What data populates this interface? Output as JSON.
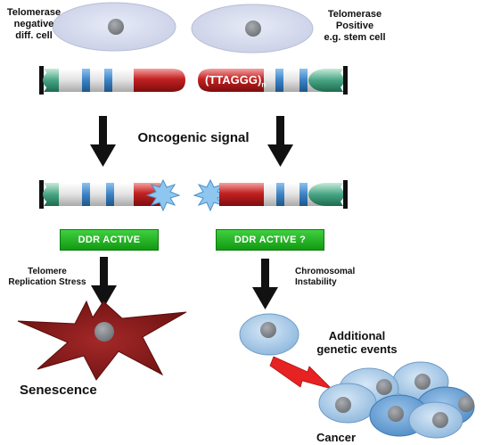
{
  "labels": {
    "telomerase_negative": "Telomerase\nnegative\ndiff. cell",
    "telomerase_positive": "Telomerase\nPositive\ne.g. stem cell",
    "repeat_seq": "(TTAGGG)",
    "repeat_sub": "n",
    "oncogenic_signal": "Oncogenic signal",
    "ddr_active_left": "DDR ACTIVE",
    "ddr_active_right": "DDR ACTIVE ?",
    "telomere_replication_stress": "Telomere\nReplication Stress",
    "chromosomal_instability": "Chromosomal\nInstability",
    "senescence": "Senescence",
    "additional_genetic_events": "Additional\ngenetic events",
    "cancer": "Cancer"
  },
  "colors": {
    "cell_fill": "#d7dcef",
    "cell_nucleus": "#858a8f",
    "chromatid_red": "#c32121",
    "chromatid_light": "#ececec",
    "telomere_cap": "#3f9d7d",
    "band_blue": "#3b82c4",
    "arrow": "#111111",
    "damage_burst": "#8fc6ef",
    "senescent_cell": "#8b1a1a",
    "lightning": "#e62222",
    "badge_green": "#22b022",
    "cancer_cell": "#a8cbe8"
  },
  "icons": {
    "damage": "burst-icon",
    "signal": "lightning-icon"
  }
}
